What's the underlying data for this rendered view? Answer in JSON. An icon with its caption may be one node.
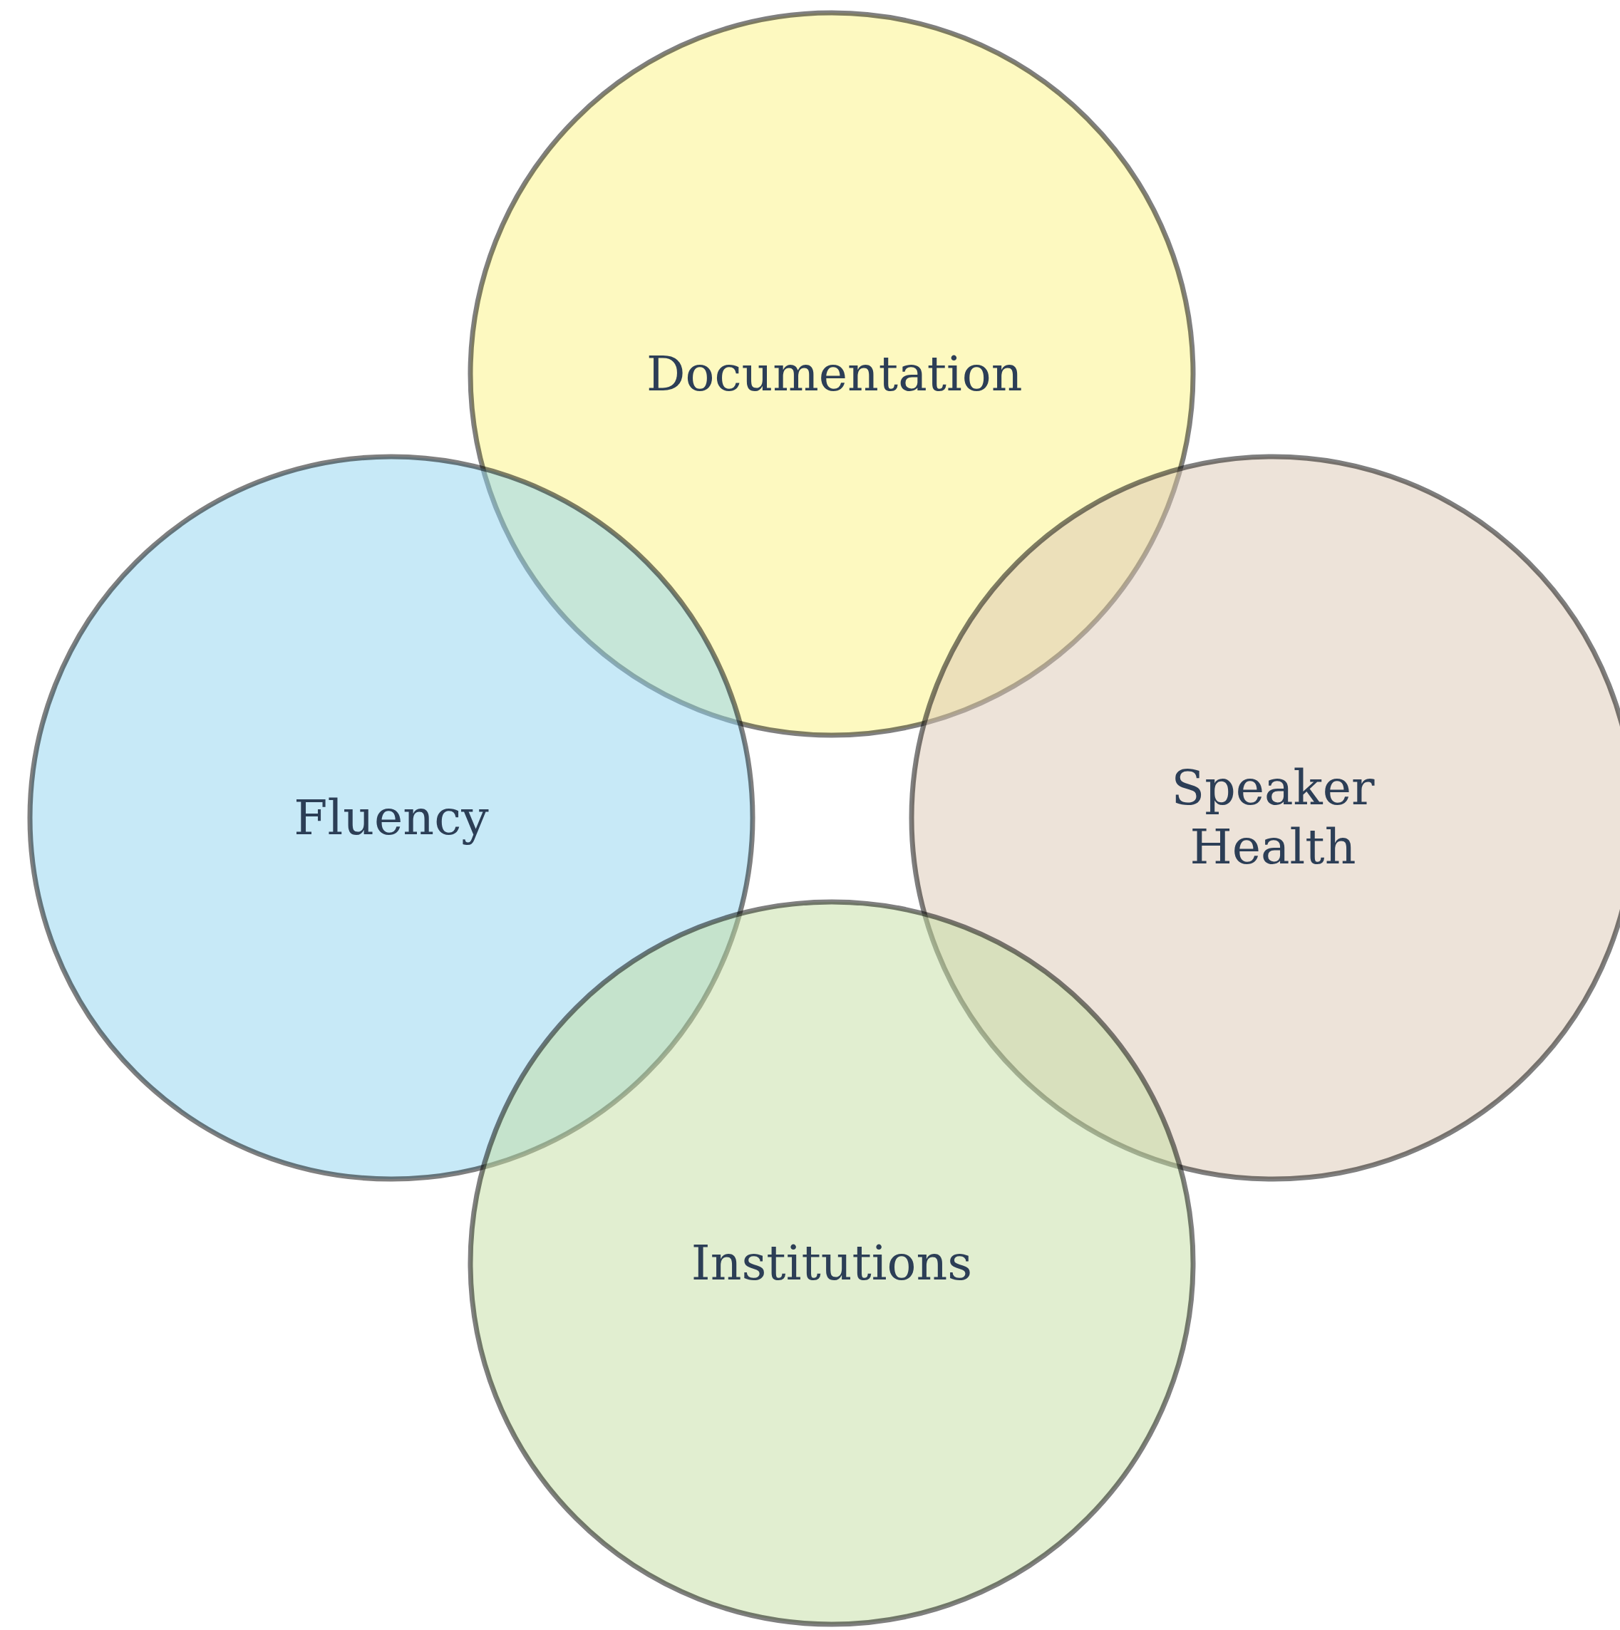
{
  "diagram": {
    "nodes": [
      {
        "text": [
          "Documentation"
        ]
      },
      {
        "text": [
          "Fluency"
        ]
      },
      {
        "text": [
          "Speaker Health"
        ]
      },
      {
        "text": [
          "Institutions"
        ]
      }
    ]
  }
}
